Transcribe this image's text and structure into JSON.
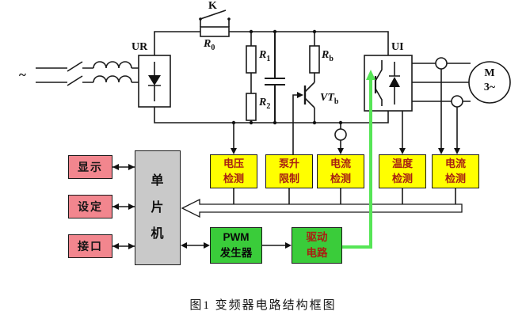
{
  "figure": {
    "caption": "图1 变频器电路结构框图"
  },
  "circuit": {
    "ac_tilde": "~",
    "ur": "UR",
    "ui": "UI",
    "k": "K",
    "r0": {
      "base": "R",
      "sub": "0"
    },
    "r1": {
      "base": "R",
      "sub": "1"
    },
    "r2": {
      "base": "R",
      "sub": "2"
    },
    "rb": {
      "base": "R",
      "sub": "b"
    },
    "vtb": {
      "base": "VT",
      "sub": "b"
    },
    "motor": "M\n3~"
  },
  "blocks": {
    "mcu": "单\n片\n机",
    "display": "显示",
    "setting": "设定",
    "interface": "接口",
    "voltage_detect": "电压\n检测",
    "pump_limit": "泵升\n限制",
    "current_detect_1": "电流\n检测",
    "temp_detect": "温度\n检测",
    "current_detect_2": "电流\n检测",
    "pwm_generator": "PWM\n发生器",
    "drive_circuit": "驱动\n电路"
  },
  "colors": {
    "yellow_box": "#ffff00",
    "pink_box": "#f2868e",
    "green_box": "#3acc3a",
    "gray_box": "#c9c9c9",
    "green_line": "#56e556",
    "detect_text": "#a82012"
  }
}
